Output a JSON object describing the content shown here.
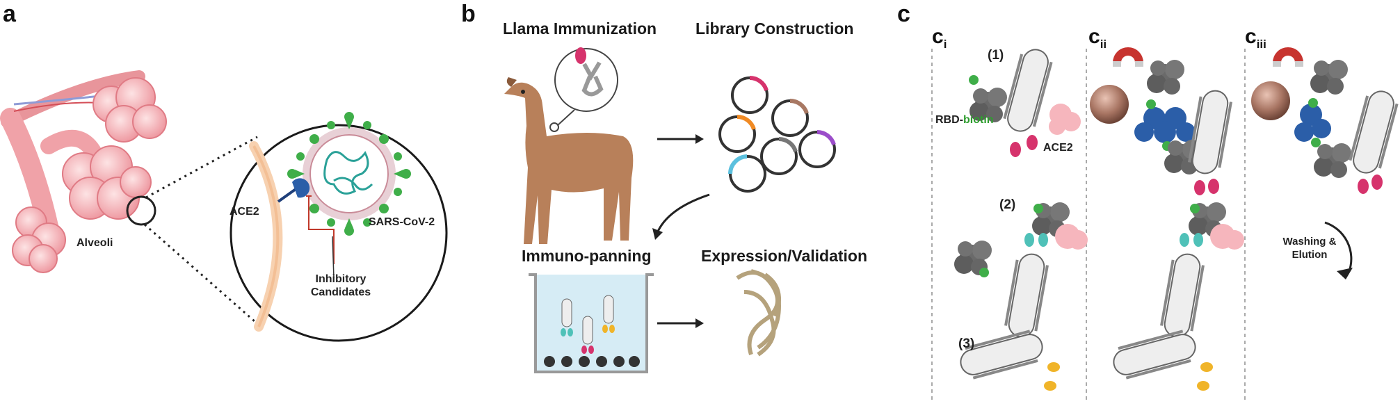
{
  "panels": {
    "a": {
      "letter": "a",
      "alveoli": "Alveoli",
      "ace2": "ACE2",
      "virus": "SARS-CoV-2",
      "inhibitory_line1": "Inhibitory",
      "inhibitory_line2": "Candidates"
    },
    "b": {
      "letter": "b",
      "step1": "Llama Immunization",
      "step2": "Library Construction",
      "step3": "Immuno-panning",
      "step4": "Expression/Validation"
    },
    "c": {
      "letter": "c",
      "sub1_main": "c",
      "sub1_sub": "i",
      "sub2_main": "c",
      "sub2_sub": "ii",
      "sub3_main": "c",
      "sub3_sub": "iii",
      "num1": "(1)",
      "num2": "(2)",
      "num3": "(3)",
      "rbd_prefix": "RBD-",
      "rbd_suffix": "biotin",
      "ace2": "ACE2",
      "washing_line1": "Washing &",
      "washing_line2": "Elution"
    }
  },
  "colors": {
    "virus_spike": "#3fae49",
    "ace2_receptor": "#2b5ea8",
    "tissue": "#f2a0a6",
    "magnet": "#c7342f",
    "phage_tip_pink": "#d6336c",
    "phage_tip_yellow": "#f0b429",
    "phage_tip_teal": "#4fc1b8",
    "bead": "#9b6b5a",
    "rbd_protein": "#6e6e6e",
    "llama": "#b8805a"
  }
}
